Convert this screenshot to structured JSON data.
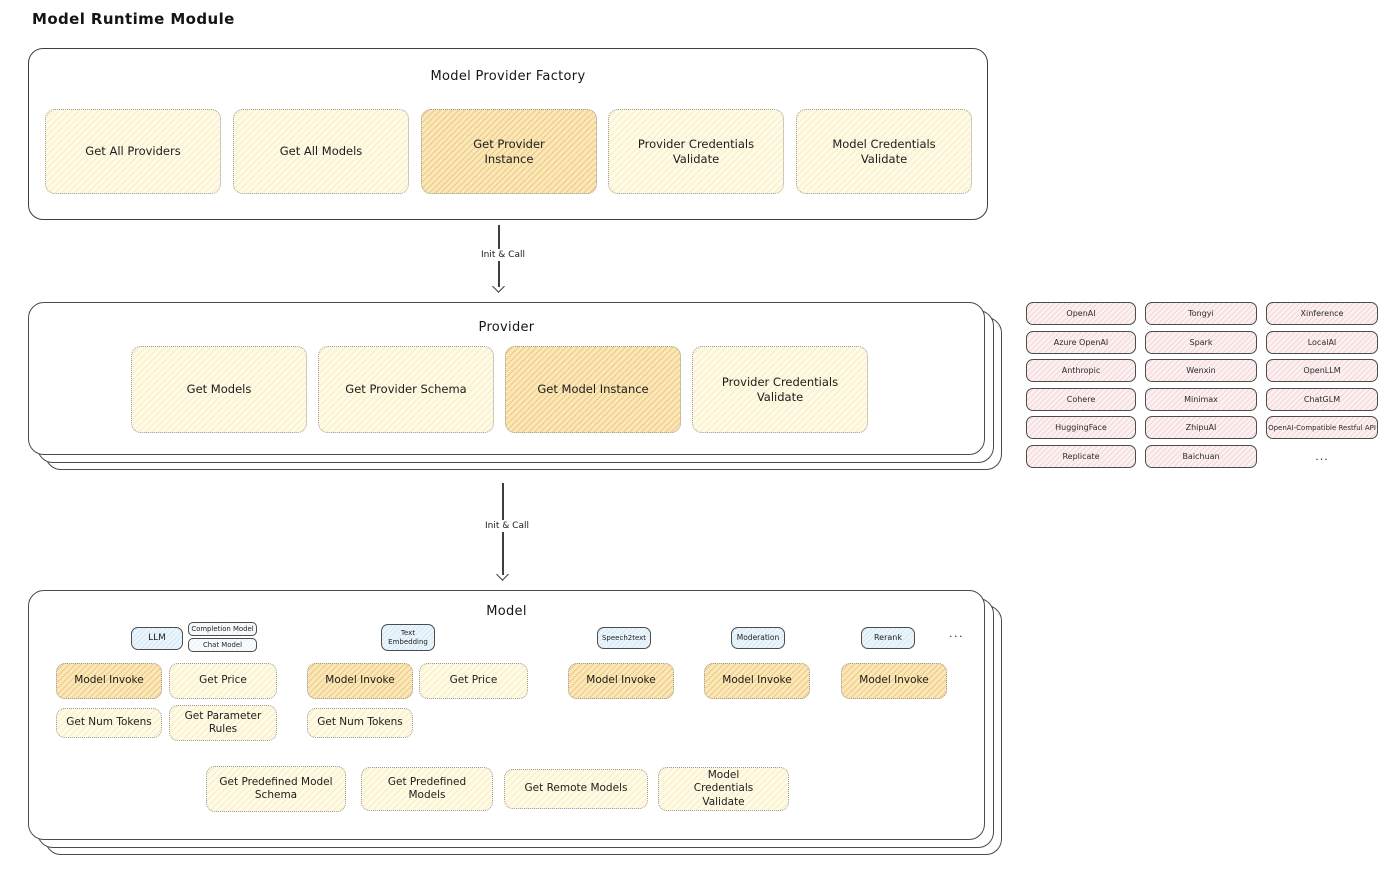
{
  "page": {
    "title": "Model Runtime Module"
  },
  "factory": {
    "title": "Model Provider Factory",
    "methods": [
      "Get All Providers",
      "Get All Models",
      "Get Provider Instance",
      "Provider Credentials Validate",
      "Model Credentials Validate"
    ]
  },
  "arrows": {
    "init_call_1": "Init & Call",
    "init_call_2": "Init & Call"
  },
  "provider": {
    "title": "Provider",
    "methods": [
      "Get Models",
      "Get Provider Schema",
      "Get Model Instance",
      "Provider Credentials Validate"
    ]
  },
  "providers_grid": {
    "items": [
      "OpenAI",
      "Tongyi",
      "Xinference",
      "Azure OpenAI",
      "Spark",
      "LocalAI",
      "Anthropic",
      "Wenxin",
      "OpenLLM",
      "Cohere",
      "Minimax",
      "ChatGLM",
      "HuggingFace",
      "ZhipuAI",
      "OpenAI-Compatible Restful API",
      "Replicate",
      "Baichuan"
    ],
    "more": "..."
  },
  "model": {
    "title": "Model",
    "tags": {
      "llm": "LLM",
      "completion": "Completion Model",
      "chat": "Chat Model",
      "text_embedding": "Text Embedding",
      "speech2text": "Speech2text",
      "moderation": "Moderation",
      "rerank": "Rerank",
      "more": "..."
    },
    "ops": {
      "model_invoke": "Model Invoke",
      "get_price": "Get Price",
      "get_num_tokens": "Get Num Tokens",
      "get_parameter_rules": "Get Parameter Rules",
      "get_predefined_model_schema": "Get Predefined Model Schema",
      "get_predefined_models": "Get Predefined Models",
      "get_remote_models": "Get Remote Models",
      "model_credentials_validate": "Model Credentials Validate"
    }
  },
  "colors": {
    "yellow_light": "#FFFAE5",
    "yellow_highlight": "#FAE8BA",
    "pink": "#FDF0F0",
    "blue": "#EBF5FC",
    "border_dark": "#3E3E3E"
  }
}
